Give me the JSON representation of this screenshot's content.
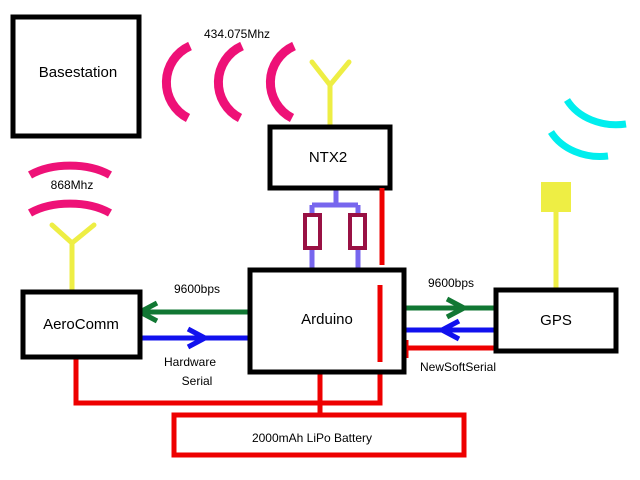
{
  "boxes": {
    "basestation": "Basestation",
    "ntx2": "NTX2",
    "aerocomm": "AeroComm",
    "arduino": "Arduino",
    "gps": "GPS",
    "battery": "2000mAh LiPo Battery"
  },
  "labels": {
    "freq_basestation": "434.075Mhz",
    "freq_aerocomm": "868Mhz",
    "baud_left": "9600bps",
    "baud_right": "9600bps",
    "serial_left_line1": "Hardware",
    "serial_left_line2": "Serial",
    "serial_right": "NewSoftSerial"
  },
  "colors": {
    "signal_magenta": "#ee1177",
    "signal_cyan": "#00eeee",
    "antenna_yellow": "#eeee44",
    "power_red": "#ee0000",
    "tx_green": "#117733",
    "rx_blue": "#1111ee",
    "bus_lavender": "#7766ee",
    "resistor_maroon": "#991144"
  }
}
